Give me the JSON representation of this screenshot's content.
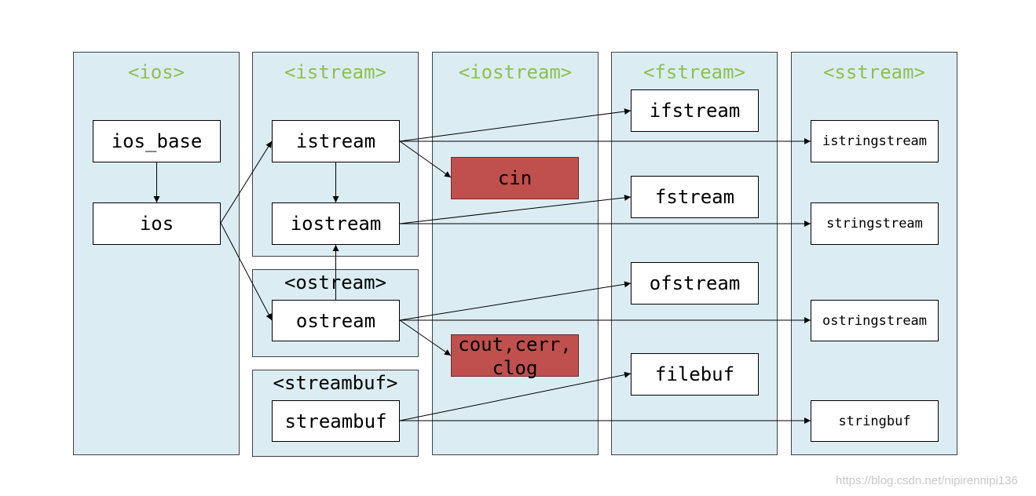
{
  "headers": {
    "ios": "<ios>",
    "istream": "<istream>",
    "iostream": "<iostream>",
    "fstream": "<fstream>",
    "sstream": "<sstream>",
    "ostream": "<ostream>",
    "streambuf": "<streambuf>"
  },
  "nodes": {
    "ios_base": "ios_base",
    "ios": "ios",
    "istream": "istream",
    "iostream": "iostream",
    "ostream": "ostream",
    "streambuf": "streambuf",
    "cin": "cin",
    "cout_cerr_clog_1": "cout,cerr,",
    "cout_cerr_clog_2": "clog",
    "ifstream": "ifstream",
    "fstream": "fstream",
    "ofstream": "ofstream",
    "filebuf": "filebuf",
    "istringstream": "istringstream",
    "stringstream": "stringstream",
    "ostringstream": "ostringstream",
    "stringbuf": "stringbuf"
  },
  "edges": [
    [
      "ios_base",
      "ios"
    ],
    [
      "ios",
      "istream"
    ],
    [
      "ios",
      "ostream"
    ],
    [
      "istream",
      "iostream"
    ],
    [
      "ostream",
      "iostream"
    ],
    [
      "istream",
      "cin"
    ],
    [
      "ostream",
      "cout_cerr_clog"
    ],
    [
      "istream",
      "ifstream"
    ],
    [
      "istream",
      "istringstream"
    ],
    [
      "iostream",
      "fstream"
    ],
    [
      "iostream",
      "stringstream"
    ],
    [
      "ostream",
      "ofstream"
    ],
    [
      "ostream",
      "ostringstream"
    ],
    [
      "streambuf",
      "filebuf"
    ],
    [
      "streambuf",
      "stringbuf"
    ]
  ],
  "colors": {
    "panel": "#dbedf3",
    "header_green": "#8fbf50",
    "object_red": "#c0504d"
  },
  "watermark": "https://blog.csdn.net/nipirennipi136"
}
